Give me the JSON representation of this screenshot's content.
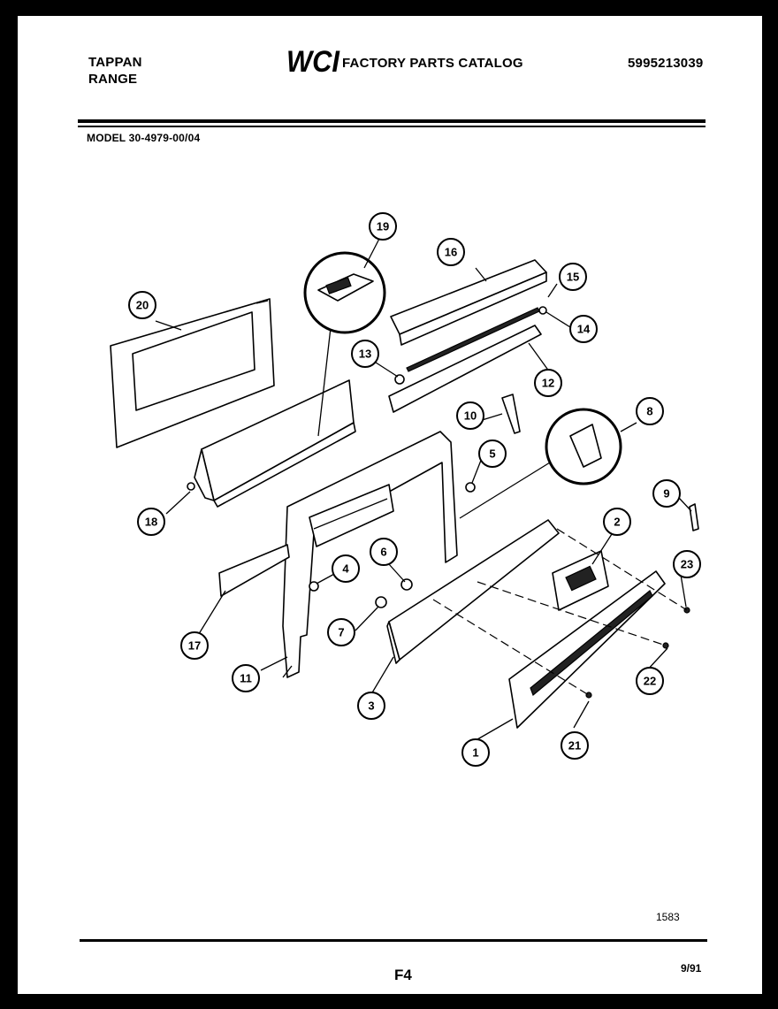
{
  "header": {
    "brand_line1": "TAPPAN",
    "brand_line2": "RANGE",
    "logo_text": "WCI",
    "catalog_title": "FACTORY PARTS CATALOG",
    "part_number": "5995213039"
  },
  "model": "MODEL 30-4979-00/04",
  "footer": {
    "drawing_number": "1583",
    "page_id": "F4",
    "date": "9/91"
  },
  "callouts": [
    "1",
    "2",
    "3",
    "4",
    "5",
    "6",
    "7",
    "8",
    "9",
    "10",
    "11",
    "12",
    "13",
    "14",
    "15",
    "16",
    "17",
    "18",
    "19",
    "20",
    "21",
    "22",
    "23"
  ],
  "colors": {
    "ink": "#000000",
    "paper": "#ffffff",
    "border": "#000000"
  }
}
